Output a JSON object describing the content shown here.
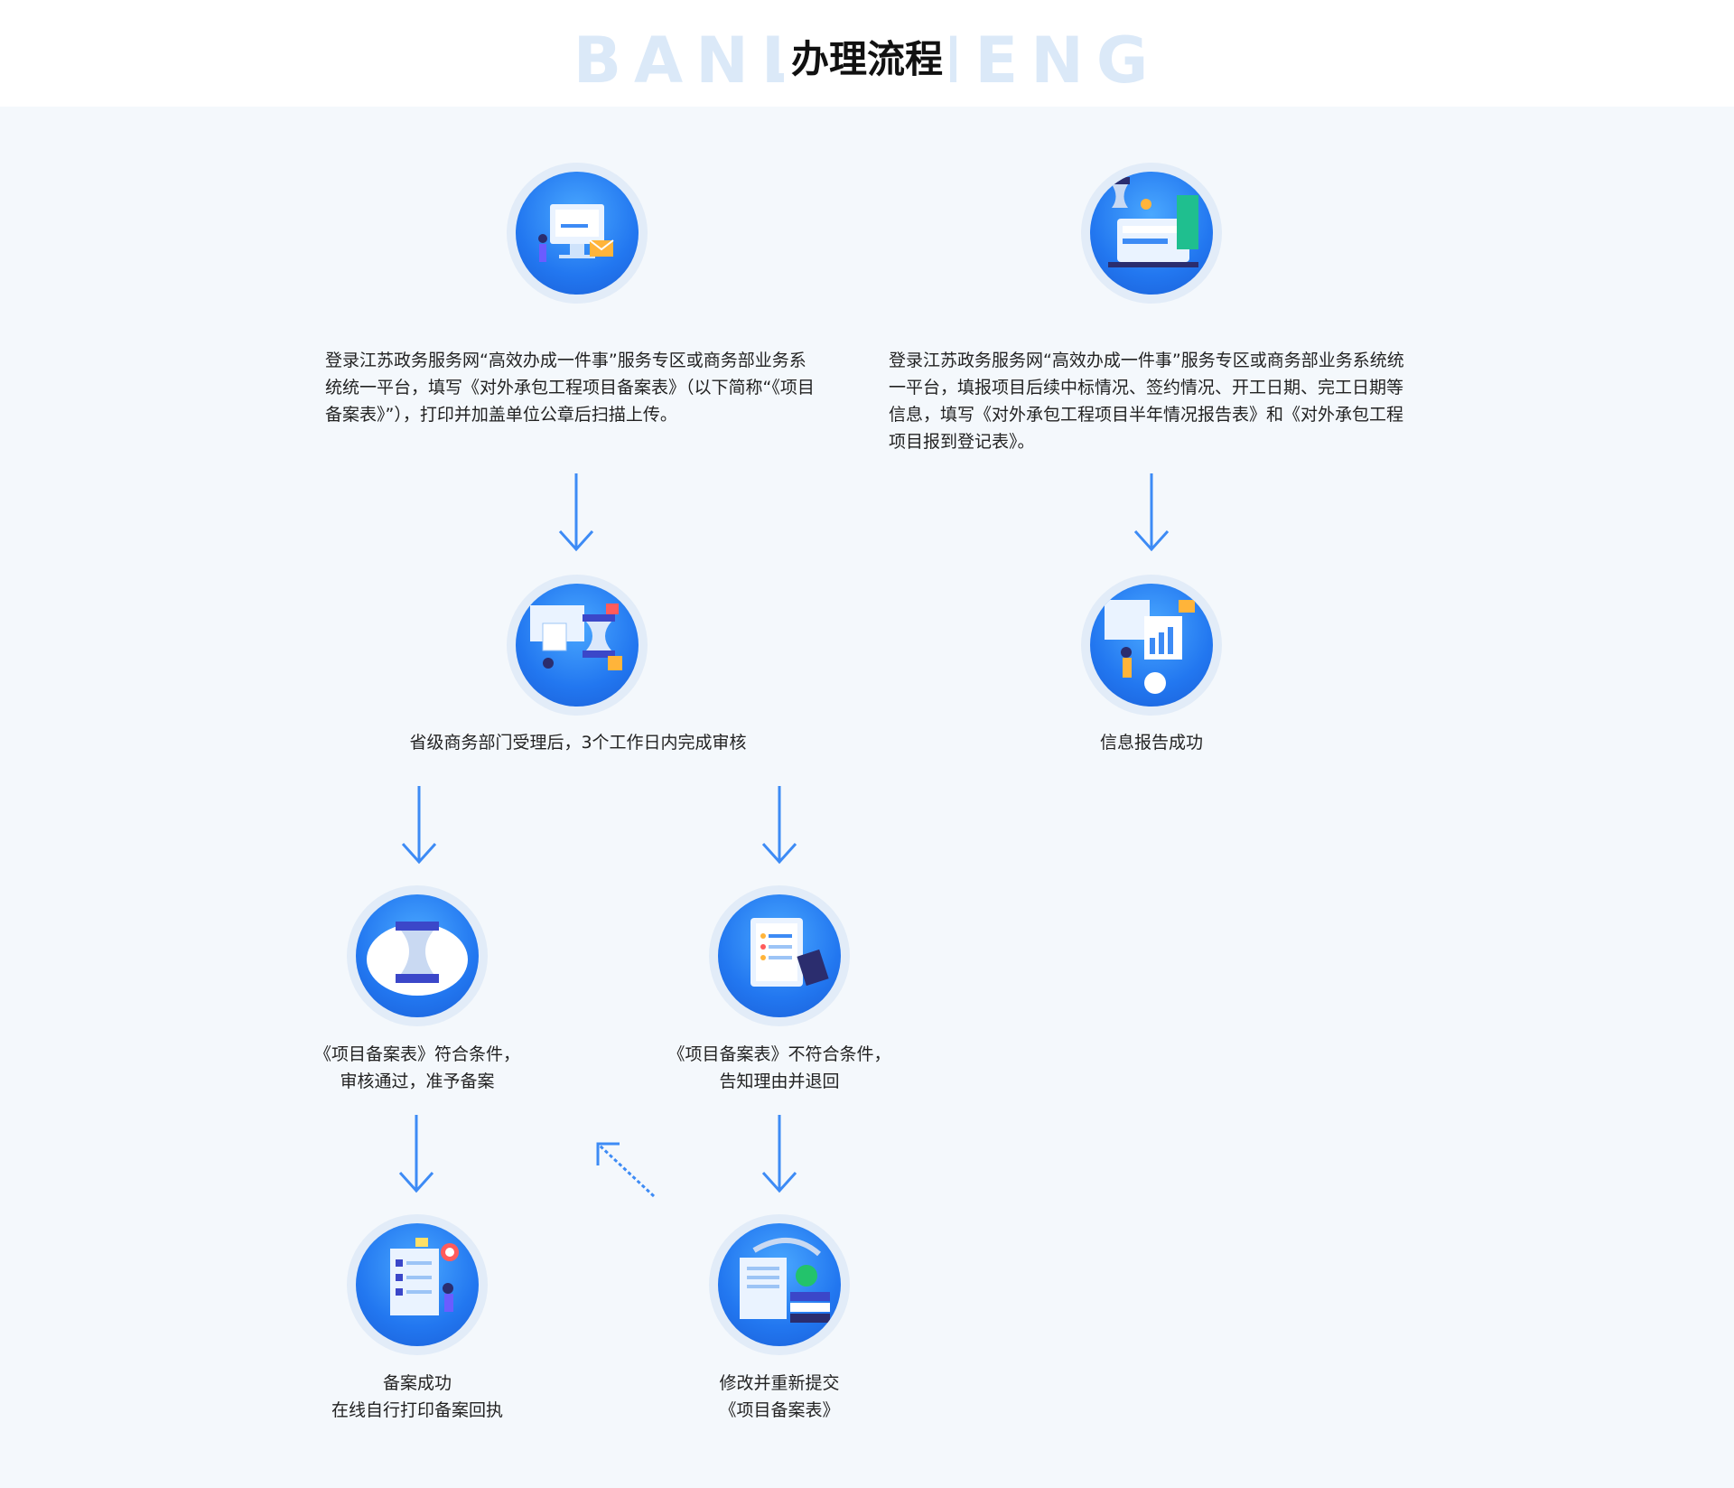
{
  "header": {
    "watermark": "BANLICHENG",
    "title": "办理流程"
  },
  "left_flow": {
    "step1_text": "登录江苏政务服务网“高效办成一件事”服务专区或商务部业务系统统一平台，填写《对外承包工程项目备案表》（以下简称“《项目备案表》”），打印并加盖单位公章后扫描上传。",
    "step2_text": "省级商务部门受理后，3个工作日内完成审核",
    "step3a_text": "《项目备案表》符合条件，\n审核通过，准予备案",
    "step3b_text": "《项目备案表》不符合条件，\n告知理由并退回",
    "step4a_text": "备案成功\n在线自行打印备案回执",
    "step4b_text": "修改并重新提交\n《项目备案表》"
  },
  "right_flow": {
    "step1_text": "登录江苏政务服务网“高效办成一件事”服务专区或商务部业务系统统一平台，填报项目后续中标情况、签约情况、开工日期、完工日期等信息，填写《对外承包工程项目半年情况报告表》和《对外承包工程项目报到登记表》。",
    "step2_text": "信息报告成功"
  },
  "icons": [
    "computer-submit-icon",
    "hourglass-review-icon",
    "approved-hourglass-icon",
    "checklist-reject-icon",
    "print-receipt-icon",
    "resubmit-documents-icon",
    "report-dashboard-icon",
    "report-success-icon"
  ],
  "colors": {
    "accent": "#2277f0",
    "arrow": "#3d8bf5",
    "bg": "#f4f8fc",
    "watermark": "#dbe9f8"
  }
}
